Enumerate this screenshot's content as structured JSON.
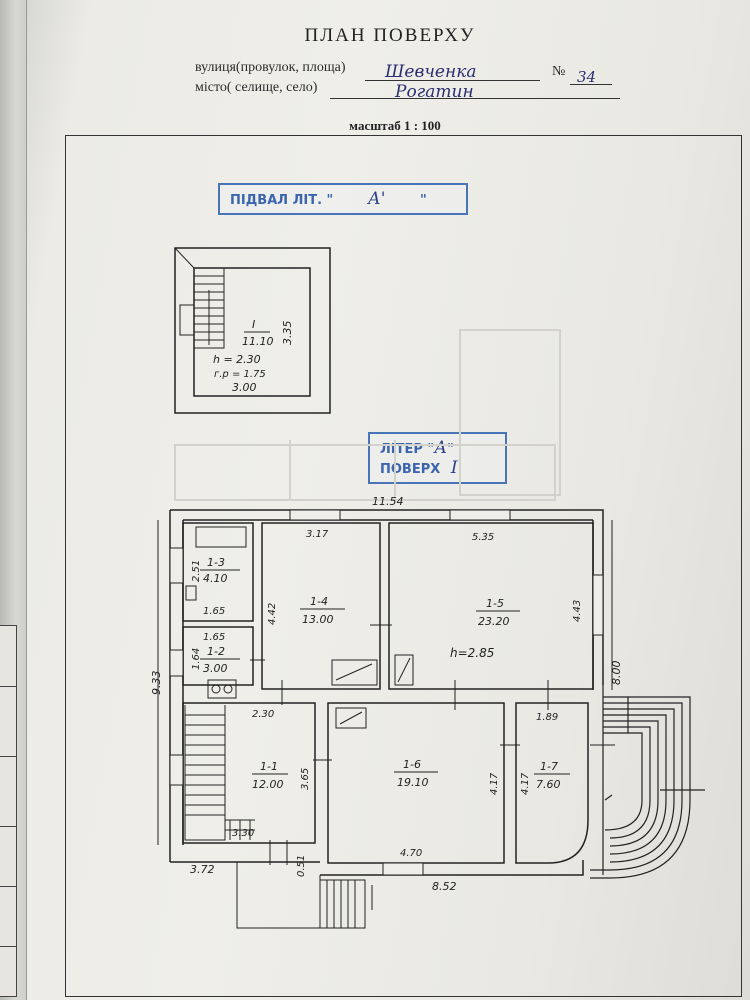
{
  "header": {
    "title": "ПЛАН ПОВЕРХУ",
    "street_label": "вулиця(провулок, площа)",
    "street_value": "Шевченка",
    "number_label": "№",
    "number_value": "34",
    "city_label": "місто( селище, село)",
    "city_value": "Рогатин",
    "scale": "масштаб 1 : 100"
  },
  "stamps": {
    "basement_prefix": "ПІДВАЛ ЛІТ. \"",
    "basement_letter": "А'",
    "basement_suffix": "\"",
    "floor_prefix": "ЛІТЕР \"",
    "floor_letter": "А",
    "floor_mid": "\" ПОВЕРХ",
    "floor_number": "I"
  },
  "basement": {
    "room_id": "I",
    "area": "11.10",
    "height": "h = 2.30",
    "gp": "г.р = 1.75",
    "width": "3.00",
    "depth": "3.35"
  },
  "floor": {
    "overall_width": "11.54",
    "overall_depth": "9.33",
    "right_depth": "8.00",
    "bottom_right_width": "8.52",
    "bottom_left_width": "3.72",
    "porch_depth": "0.51",
    "room_height": "h=2.85",
    "rooms": [
      {
        "id": "1-1",
        "area": "12.00",
        "dim_w": "2.30",
        "dim_h": "3.65",
        "dim_b": "3.30"
      },
      {
        "id": "1-2",
        "area": "3.00",
        "dim_w": "1.65",
        "dim_h": "1.64"
      },
      {
        "id": "1-3",
        "area": "4.10",
        "dim_w": "1.65",
        "dim_h": "2.51"
      },
      {
        "id": "1-4",
        "area": "13.00",
        "dim_w": "3.17",
        "dim_h": "4.42"
      },
      {
        "id": "1-5",
        "area": "23.20",
        "dim_w": "5.35",
        "dim_h": "4.43"
      },
      {
        "id": "1-6",
        "area": "19.10",
        "dim_w": "4.70",
        "dim_h": "4.17"
      },
      {
        "id": "1-7",
        "area": "7.60",
        "dim_w": "1.89",
        "dim_h": "4.17"
      }
    ]
  }
}
